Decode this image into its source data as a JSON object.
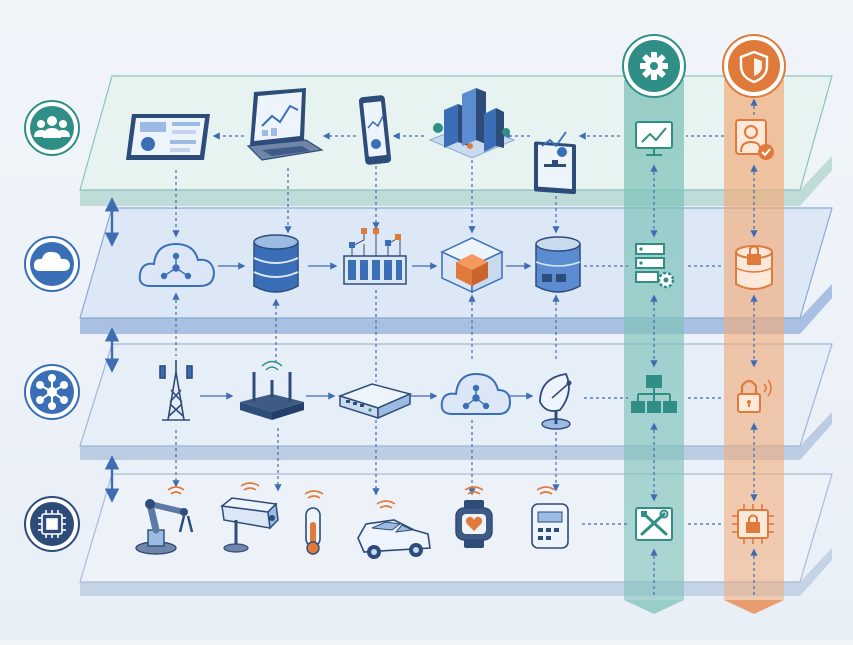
{
  "layers": [
    {
      "name": "application-layer",
      "icon": "users-icon",
      "color": "#2f8f87",
      "tint": "#e3f1ef",
      "edge": "#8cc3bd"
    },
    {
      "name": "cloud-layer",
      "icon": "cloud-icon",
      "color": "#3a6fb8",
      "tint": "#dfe9f6",
      "edge": "#8aaad6"
    },
    {
      "name": "network-layer",
      "icon": "network-hub-icon",
      "color": "#3a6fb8",
      "tint": "#e4ecf6",
      "edge": "#9ab3d6"
    },
    {
      "name": "device-layer",
      "icon": "chip-icon",
      "color": "#3a6fb8",
      "tint": "#e8eef6",
      "edge": "#a4b8d4"
    }
  ],
  "columns": {
    "management": {
      "icon": "gear-icon",
      "color": "#2f8f87"
    },
    "security": {
      "icon": "shield-icon",
      "color": "#e07a3a"
    }
  },
  "nodes": {
    "application": [
      "tablet-dashboard-icon",
      "laptop-analytics-icon",
      "smartphone-icon",
      "smart-city-buildings-icon",
      "monitor-analytics-icon",
      "monitoring-screen-icon",
      "user-verified-icon"
    ],
    "cloud": [
      "cloud-network-icon",
      "database-icon",
      "data-processing-cluster-icon",
      "container-box-icon",
      "data-storage-icon",
      "server-settings-icon",
      "secure-storage-icon"
    ],
    "network": [
      "cell-tower-icon",
      "wifi-router-icon",
      "gateway-switch-icon",
      "cloud-connect-icon",
      "satellite-dish-icon",
      "network-topology-icon",
      "wireless-lock-icon"
    ],
    "device": [
      "robotic-arm-icon",
      "security-camera-icon",
      "thermometer-sensor-icon",
      "connected-car-icon",
      "smartwatch-icon",
      "smart-meter-icon",
      "device-tools-icon",
      "secure-chip-icon"
    ]
  },
  "colors": {
    "arrow": "#3f6db3",
    "icon_dark": "#2e4c7a",
    "icon_fill": "#dbe7f6",
    "wifi": "#e07a3a",
    "mgmt_band": "#78bdb4",
    "sec_band": "#f0a56f"
  }
}
